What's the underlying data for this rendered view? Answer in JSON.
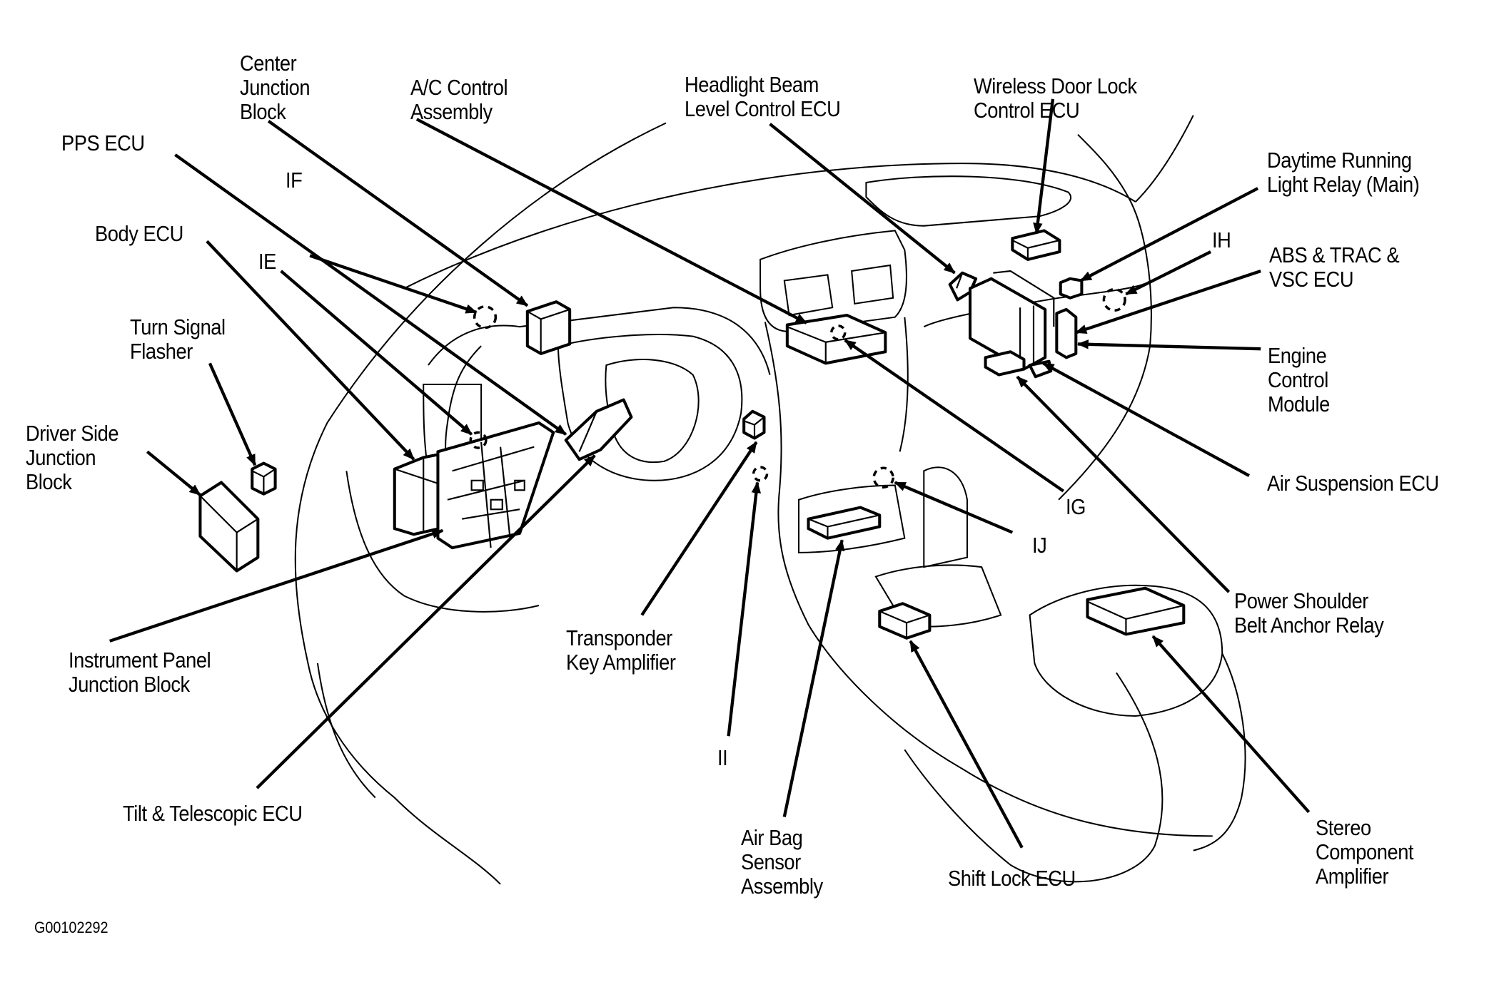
{
  "figure_id": "G00102292",
  "labels": {
    "center_junction_block": "Center\nJunction\nBlock",
    "ac_control_assembly": "A/C Control\nAssembly",
    "headlight_beam_level_control_ecu": "Headlight Beam\nLevel Control ECU",
    "wireless_door_lock_control_ecu": "Wireless Door Lock\nControl ECU",
    "pps_ecu": "PPS ECU",
    "daytime_running_light_relay": "Daytime Running\nLight Relay (Main)",
    "connector_if": "IF",
    "body_ecu": "Body ECU",
    "connector_ie": "IE",
    "connector_ih": "IH",
    "abs_trac_vsc_ecu": "ABS & TRAC &\nVSC ECU",
    "turn_signal_flasher": "Turn Signal\nFlasher",
    "engine_control_module": "Engine\nControl\nModule",
    "driver_side_junction_block": "Driver Side\nJunction\nBlock",
    "air_suspension_ecu": "Air Suspension ECU",
    "connector_ig": "IG",
    "connector_ij": "IJ",
    "power_shoulder_belt_anchor_relay": "Power Shoulder\nBelt Anchor Relay",
    "transponder_key_amplifier": "Transponder\nKey Amplifier",
    "instrument_panel_junction_block": "Instrument Panel\nJunction Block",
    "connector_ii": "II",
    "tilt_telescopic_ecu": "Tilt & Telescopic ECU",
    "air_bag_sensor_assembly": "Air Bag\nSensor\nAssembly",
    "shift_lock_ecu": "Shift Lock ECU",
    "stereo_component_amplifier": "Stereo\nComponent\nAmplifier"
  }
}
